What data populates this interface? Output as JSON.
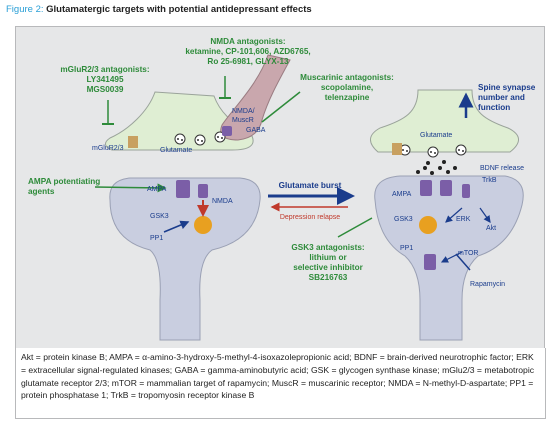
{
  "caption": {
    "figure_label": "Figure 2:",
    "title": "Glutamatergic targets with potential antidepressant effects"
  },
  "labels": {
    "nmda_title": "NMDA antagonists:",
    "nmda_line1": "ketamine, CP-101,606, AZD6765,",
    "nmda_line2": "Ro 25-6981, GLYX-13",
    "mglur_title": "mGluR2/3 antagonists:",
    "mglur_line1": "LY341495",
    "mglur_line2": "MGS0039",
    "muscarinic_title": "Muscarinic antagonists:",
    "muscarinic_line1": "scopolamine,",
    "muscarinic_line2": "telenzapine",
    "spine_line1": "Spine synapse",
    "spine_line2": "number and",
    "spine_line3": "function",
    "ampa_pot_line1": "AMPA potentiating",
    "ampa_pot_line2": "agents",
    "glutamate_burst": "Glutamate burst",
    "depression_relapse": "Depression relapse",
    "gsk3_title": "GSK3 antagonists:",
    "gsk3_line1": "lithium or",
    "gsk3_line2": "selective inhibitor",
    "gsk3_line3": "SB216763",
    "nmda_muscr_1": "NMDA/",
    "nmda_muscr_2": "MuscR",
    "gaba": "GABA",
    "mglur23": "mGluR2/3",
    "glutamate_left": "Glutamate",
    "glutamate_right": "Glutamate",
    "ampa_left": "AMPA",
    "nmda_left": "NMDA",
    "gsk3_left": "GSK3",
    "pp1_left": "PP1",
    "bdnf_release": "BDNF release",
    "trkb": "TrkB",
    "ampa_right": "AMPA",
    "gsk3_right": "GSK3",
    "erk": "ERK",
    "akt": "Akt",
    "pp1_right": "PP1",
    "mtor": "mTOR",
    "rapamycin": "Rapamycin"
  },
  "legend_text": "Akt = protein kinase B; AMPA = α-amino-3-hydroxy-5-methyl-4-isoxazolepropionic acid; BDNF = brain-derived neurotrophic factor; ERK = extracellular signal-regulated kinases; GABA = gamma-aminobutyric acid; GSK = glycogen synthase kinase; mGlu2/3 = metabotropic glutamate receptor 2/3; mTOR = mammalian target of rapamycin; MuscR = muscarinic receptor; NMDA = N-methyl-D-aspartate; PP1 = protein phosphatase 1; TrkB = tropomyosin receptor kinase B",
  "colors": {
    "drug_green": "#2e8b3a",
    "label_blue": "#1a3c8c",
    "presyn_green": "#dfeed3",
    "postsyn_blue": "#c9cee0",
    "gaba_mauve": "#c9a7ad",
    "inhibit_red": "#c0392b"
  }
}
